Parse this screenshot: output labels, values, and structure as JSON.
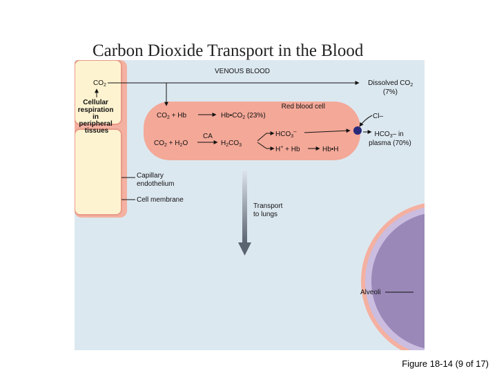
{
  "slide_title": "Carbon Dioxide Transport in the Blood",
  "figure_caption": "Figure 18-14 (9 of 17)",
  "diagram": {
    "header": "VENOUS BLOOD",
    "co2": "CO",
    "co2_sub": "2",
    "cellular_respiration": [
      "Cellular",
      "respiration",
      "in",
      "peripheral",
      "tissues"
    ],
    "dissolved": {
      "line1_a": "Dissolved CO",
      "line1_sub": "2",
      "line2": "(7%)"
    },
    "rbc_label": "Red blood cell",
    "co2_hb": {
      "a": "CO",
      "sub": "2",
      "b": " + Hb"
    },
    "hb_co2": {
      "a": "Hb•CO",
      "sub": "2",
      "b": " (23%)"
    },
    "co2_h2o": {
      "a": "CO",
      "sub1": "2",
      "b": " + H",
      "sub2": "2",
      "c": "O"
    },
    "ca": "CA",
    "h2co3": {
      "a": "H",
      "sub1": "2",
      "b": "CO",
      "sub2": "3"
    },
    "hco3": {
      "a": "HCO",
      "sub": "3",
      "sup": "–"
    },
    "h_hb": {
      "a": "H",
      "sup": "+",
      "b": " + Hb"
    },
    "hbh": "Hb•H",
    "cl": "Cl–",
    "hco3_plasma": {
      "a": "HCO",
      "sub": "3",
      "b": "– in",
      "line2": "plasma (70%)"
    },
    "capillary_endothelium": [
      "Capillary",
      "endothelium"
    ],
    "cell_membrane": "Cell membrane",
    "transport": [
      "Transport",
      "to lungs"
    ],
    "alveoli": "Alveoli",
    "colors": {
      "plasma": "#dce8f0",
      "tissue_cell": "#fdf3d0",
      "membrane": "#f4b0a0",
      "rbc": "#f4a898",
      "transporter": "#2a2a7a",
      "alveolus": "#9a88b8"
    }
  }
}
